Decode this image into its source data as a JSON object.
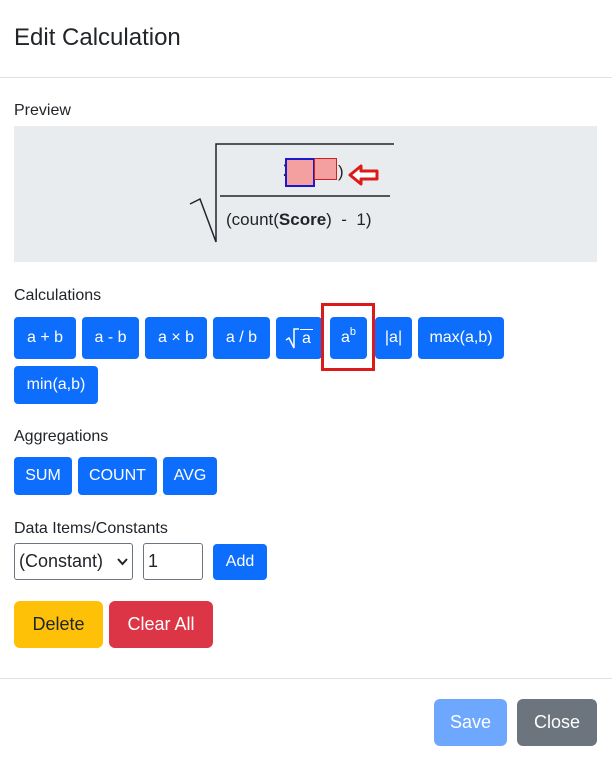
{
  "modal": {
    "title": "Edit Calculation"
  },
  "preview": {
    "label": "Preview",
    "sigma": "Σ(",
    "close_paren": ")",
    "denominator_prefix": "(count(",
    "denominator_field": "Score",
    "denominator_suffix": ")  -  1)"
  },
  "calculations": {
    "label": "Calculations",
    "buttons": [
      "a + b",
      "a - b",
      "a × b",
      "a / b",
      "a",
      "a",
      "b",
      "|a|",
      "max(a,b)",
      "min(a,b)"
    ]
  },
  "aggregations": {
    "label": "Aggregations",
    "buttons": [
      "SUM",
      "COUNT",
      "AVG"
    ]
  },
  "data_items": {
    "label": "Data Items/Constants",
    "select_value": "(Constant)",
    "input_value": "1",
    "add_label": "Add"
  },
  "actions": {
    "delete_label": "Delete",
    "clear_label": "Clear All"
  },
  "footer": {
    "save_label": "Save",
    "close_label": "Close"
  },
  "colors": {
    "primary": "#0d6efd",
    "warning": "#ffc107",
    "danger": "#dc3545",
    "secondary": "#6c757d",
    "save_disabled": "#6ea8fe",
    "highlight": "#dd1a1a"
  },
  "icons": [
    "sqrt-icon",
    "left-arrow-icon",
    "chevron-down-icon"
  ]
}
